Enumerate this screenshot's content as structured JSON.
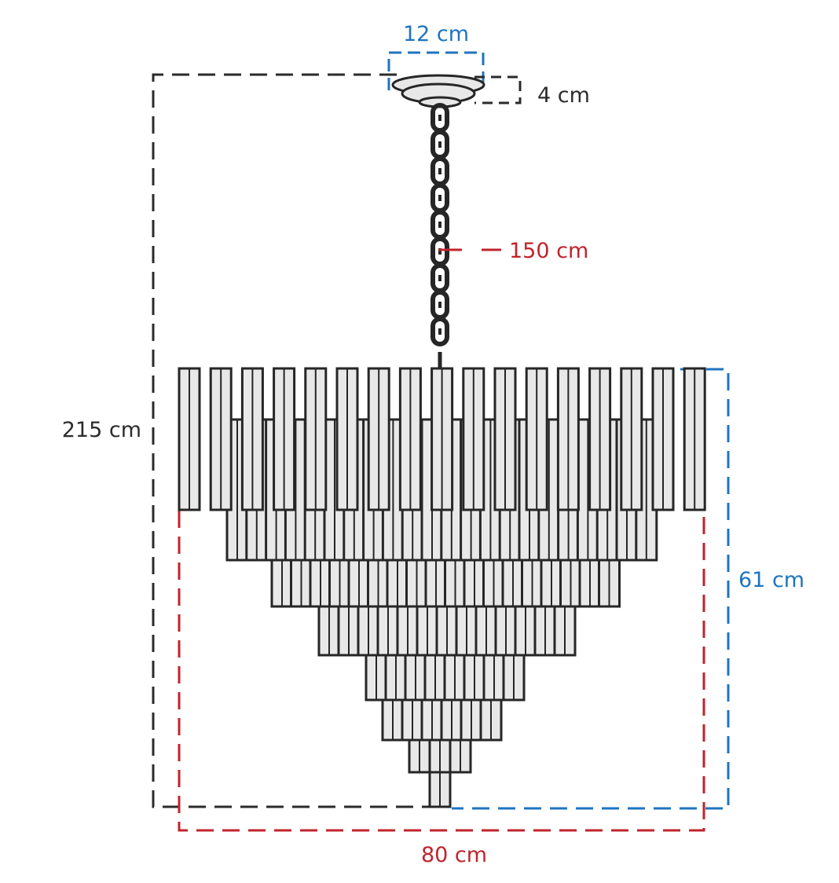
{
  "colors": {
    "black": "#2b2b2b",
    "blue": "#1f74c0",
    "red": "#c0242c",
    "crystal_fill": "#e8e8e8",
    "crystal_stroke": "#262626"
  },
  "dimensions": {
    "canopy_width": {
      "value": 12,
      "unit": "cm",
      "label": "12 cm",
      "color": "blue"
    },
    "canopy_height": {
      "value": 4,
      "unit": "cm",
      "label": "4 cm",
      "color": "black"
    },
    "chain_length": {
      "value": 150,
      "unit": "cm",
      "label": "150 cm",
      "color": "red"
    },
    "total_height": {
      "value": 215,
      "unit": "cm",
      "label": "215 cm",
      "color": "black"
    },
    "body_height": {
      "value": 61,
      "unit": "cm",
      "label": "61 cm",
      "color": "blue"
    },
    "body_width": {
      "value": 80,
      "unit": "cm",
      "label": "80 cm",
      "color": "red"
    }
  },
  "fixture": {
    "top_row_crystals": 17,
    "tiers": 7
  }
}
